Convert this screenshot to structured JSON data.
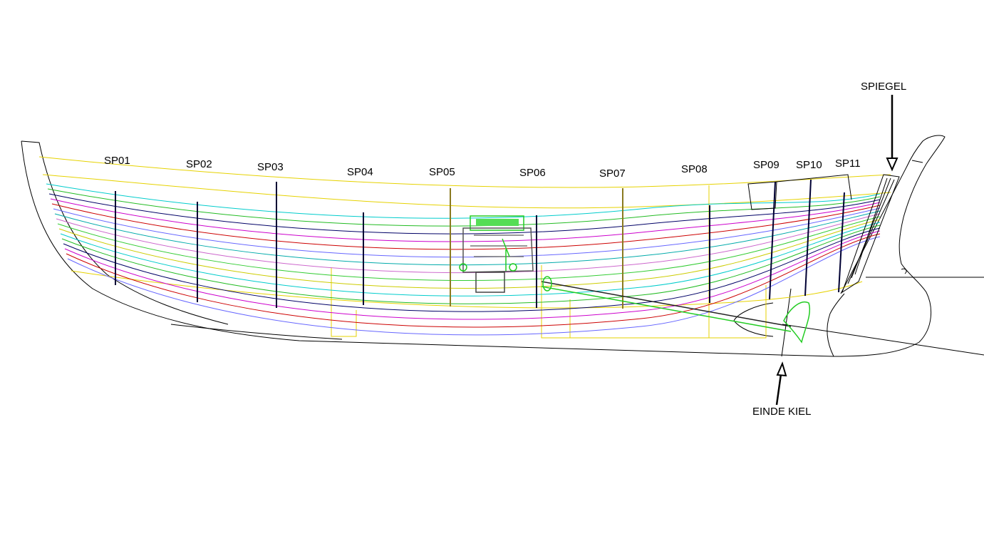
{
  "stations": [
    "SP01",
    "SP02",
    "SP03",
    "SP04",
    "SP05",
    "SP06",
    "SP07",
    "SP08",
    "SP09",
    "SP10",
    "SP11"
  ],
  "annotations": {
    "transom": "SPIEGEL",
    "keel_end": "EINDE KIEL"
  },
  "colors": {
    "outline": "#000000",
    "sheer": "#e6d200",
    "engine": "#22cc22",
    "waterlines": [
      "#00cccc",
      "#22bb22",
      "#000066",
      "#cc00cc",
      "#cc0000",
      "#6666ff",
      "#00aaaa",
      "#cc66cc",
      "#33cc33",
      "#cccc00"
    ],
    "stations": "#000033",
    "frame_olive": "#8a7a20"
  }
}
